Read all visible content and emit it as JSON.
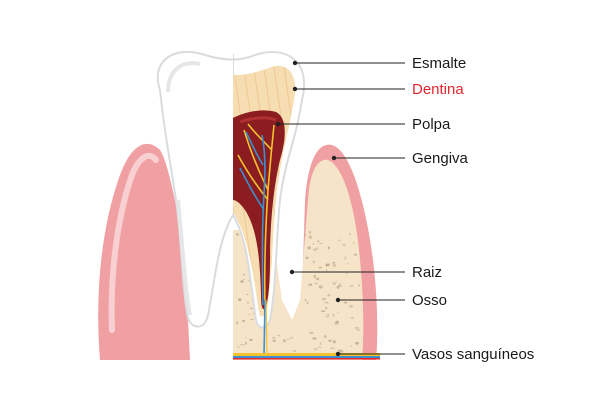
{
  "diagram": {
    "labels": [
      {
        "id": "esmalte",
        "text": "Esmalte",
        "highlighted": false
      },
      {
        "id": "dentina",
        "text": "Dentina",
        "highlighted": true
      },
      {
        "id": "polpa",
        "text": "Polpa",
        "highlighted": false
      },
      {
        "id": "gengiva",
        "text": "Gengiva",
        "highlighted": false
      },
      {
        "id": "raiz",
        "text": "Raiz",
        "highlighted": false
      },
      {
        "id": "osso",
        "text": "Osso",
        "highlighted": false
      },
      {
        "id": "vasos",
        "text": "Vasos sanguíneos",
        "highlighted": false
      }
    ]
  },
  "colors": {
    "highlight_label": "#e3262e",
    "gum": "#f0a0a3",
    "gum_light": "#f9d0d1",
    "bone": "#f6e4c8",
    "bone_dots": "#b7a48a",
    "dentin": "#f7ddb2",
    "enamel": "#ffffff",
    "enamel_shadow": "#e4e6e8",
    "pulp": "#8b1d21",
    "nerve_yellow": "#f2c230",
    "nerve_blue": "#3c8fd0"
  }
}
